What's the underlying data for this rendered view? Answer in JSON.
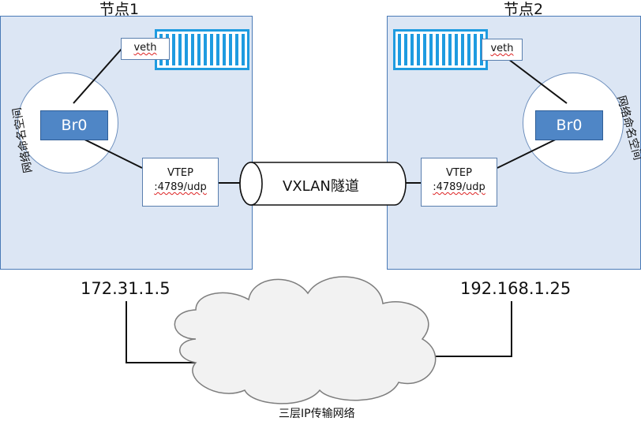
{
  "node1": {
    "title": "节点1",
    "netns_label": "网络命名空间",
    "bridge": "Br0",
    "veth": "veth",
    "vtep_line1": "VTEP",
    "vtep_line2": ":4789/udp",
    "ip": "172.31.1.5"
  },
  "node2": {
    "title": "节点2",
    "netns_label": "网络命名空间",
    "bridge": "Br0",
    "veth": "veth",
    "vtep_line1": "VTEP",
    "vtep_line2": ":4789/udp",
    "ip": "192.168.1.25"
  },
  "tunnel": {
    "label": "VXLAN隧道"
  },
  "network": {
    "label": "三层IP传输网络"
  },
  "icons": {
    "container": "container-icon",
    "cloud": "cloud-icon"
  },
  "colors": {
    "node_fill": "#dce6f4",
    "node_border": "#4a7ab7",
    "bridge_fill": "#4f86c6",
    "container_blue": "#1e9be0"
  }
}
